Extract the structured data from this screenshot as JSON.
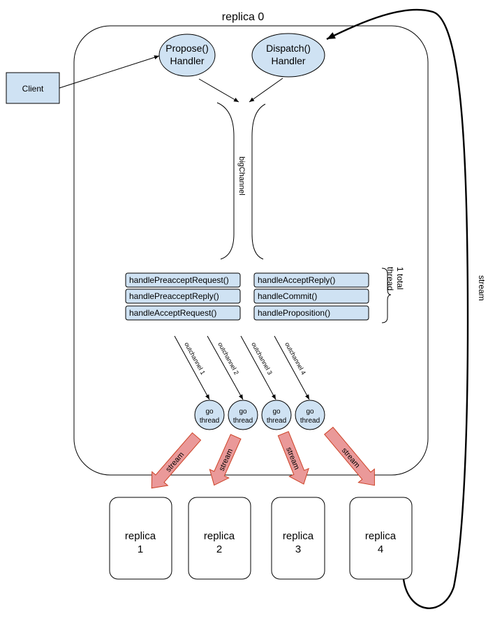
{
  "colors": {
    "node_fill": "#cfe2f3",
    "stroke": "#000000",
    "stream_fill": "#ea9999",
    "stream_stroke": "#cc4125",
    "background": "#ffffff"
  },
  "replica0": {
    "title": "replica 0"
  },
  "client": {
    "label": "Client"
  },
  "propose_handler": {
    "line1": "Propose()",
    "line2": "Handler"
  },
  "dispatch_handler": {
    "line1": "Dispatch()",
    "line2": "Handler"
  },
  "big_channel": {
    "label": "bigChannel"
  },
  "handlers_left": [
    "handlePreacceptRequest()",
    "handlePreacceptReply()",
    "handleAcceptRequest()"
  ],
  "handlers_right": [
    "handleAcceptReply()",
    "handleCommit()",
    "handleProposition()"
  ],
  "thread_note": {
    "line1": "1 total",
    "line2": "thread"
  },
  "outchannels": [
    "outchannel 1",
    "outchannel 2",
    "outchannel 3",
    "outchannel 4"
  ],
  "go_threads": [
    {
      "line1": "go",
      "line2": "thread"
    },
    {
      "line1": "go",
      "line2": "thread"
    },
    {
      "line1": "go",
      "line2": "thread"
    },
    {
      "line1": "go",
      "line2": "thread"
    }
  ],
  "stream_label": "stream",
  "outer_stream_label": "stream",
  "replicas": [
    {
      "line1": "replica",
      "line2": "1"
    },
    {
      "line1": "replica",
      "line2": "2"
    },
    {
      "line1": "replica",
      "line2": "3"
    },
    {
      "line1": "replica",
      "line2": "4"
    }
  ]
}
